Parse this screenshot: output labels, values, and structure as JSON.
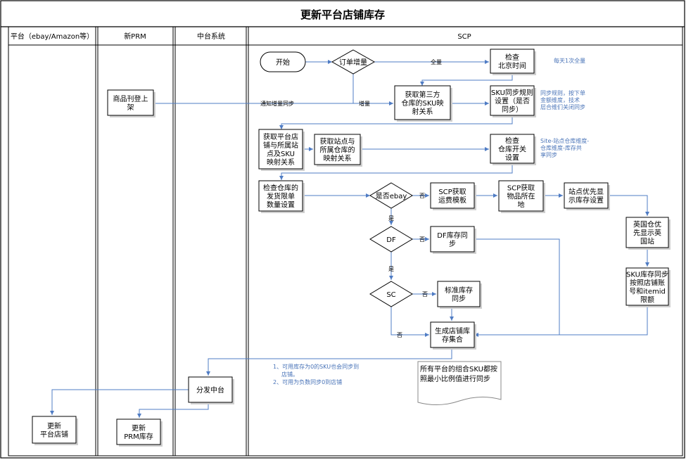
{
  "title": "更新平台店铺库存",
  "lanes": [
    {
      "id": "platform",
      "label": "平台（ebay/Amazon等）"
    },
    {
      "id": "prm",
      "label": "新PRM"
    },
    {
      "id": "middle",
      "label": "中台系统"
    },
    {
      "id": "scp",
      "label": "SCP"
    }
  ],
  "nodes": {
    "start": {
      "lines": [
        "开始"
      ]
    },
    "order_inc": {
      "lines": [
        "订单增量"
      ]
    },
    "check_bj_time": {
      "lines": [
        "检查",
        "北京时间"
      ]
    },
    "listing": {
      "lines": [
        "商品刊登上",
        "架"
      ]
    },
    "get_sku_map": {
      "lines": [
        "获取第三方",
        "仓库的SKU映",
        "射关系"
      ]
    },
    "sku_sync_rule": {
      "lines": [
        "SKU同步规则",
        "设置（是否",
        "同步）"
      ]
    },
    "get_store_site": {
      "lines": [
        "获取平台店",
        "铺与所属站",
        "点及SKU",
        "映射关系"
      ]
    },
    "get_site_wh": {
      "lines": [
        "获取站点与",
        "所属仓库的",
        "映射关系"
      ]
    },
    "check_wh_switch": {
      "lines": [
        "检查",
        "仓库开关",
        "设置"
      ]
    },
    "check_wh_qty": {
      "lines": [
        "检查仓库的",
        "发货限单",
        "数量设置"
      ]
    },
    "is_ebay": {
      "lines": [
        "是否ebay"
      ]
    },
    "scp_freight": {
      "lines": [
        "SCP获取",
        "运费模板"
      ]
    },
    "scp_location": {
      "lines": [
        "SCP获取",
        "物品所在",
        "地"
      ]
    },
    "site_priority": {
      "lines": [
        "站点优先显",
        "示库存设置"
      ]
    },
    "uk_priority": {
      "lines": [
        "英国仓优",
        "先显示英",
        "国站"
      ]
    },
    "sku_stock_sync": {
      "lines": [
        "SKU库存同步",
        "按照店铺账",
        "号和itemid",
        "限额"
      ]
    },
    "df": {
      "lines": [
        "DF"
      ]
    },
    "df_sync": {
      "lines": [
        "DF库存同",
        "步"
      ]
    },
    "sc": {
      "lines": [
        "SC"
      ]
    },
    "std_sync": {
      "lines": [
        "标准库存",
        "同步"
      ]
    },
    "gen_set": {
      "lines": [
        "生成店铺库",
        "存集合"
      ]
    },
    "dispatch": {
      "lines": [
        "分发中台"
      ]
    },
    "update_store": {
      "lines": [
        "更新",
        "平台店铺"
      ]
    },
    "update_prm": {
      "lines": [
        "更新",
        "PRM库存"
      ]
    }
  },
  "edge_labels": {
    "full": "全量",
    "notify_inc": "通知增量同步",
    "inc": "增量",
    "no1": "否",
    "yes1": "是",
    "no2": "否",
    "yes2": "是",
    "no3": "否",
    "no4": "否"
  },
  "notes": {
    "daily_full": "每天1次全量",
    "sync_rules": [
      "同步规则，按下单",
      "金额维度，技术",
      "层合维们关闭同步"
    ],
    "switch_note": [
      "Site-站点仓库维度-",
      "仓库维度-库存共",
      "享同步"
    ],
    "footnote": [
      "1、可用库存为0的SKU也会同步到",
      "店铺。",
      "2、可用为负数同步0到店铺"
    ],
    "doc": [
      "所有平台的组合SKU都按",
      "照最小比例值进行同步"
    ]
  },
  "colors": {
    "line": "#4f7cc4",
    "node_fill": "#ffffff",
    "shadow": "#cfcfcf",
    "border": "#000000"
  }
}
